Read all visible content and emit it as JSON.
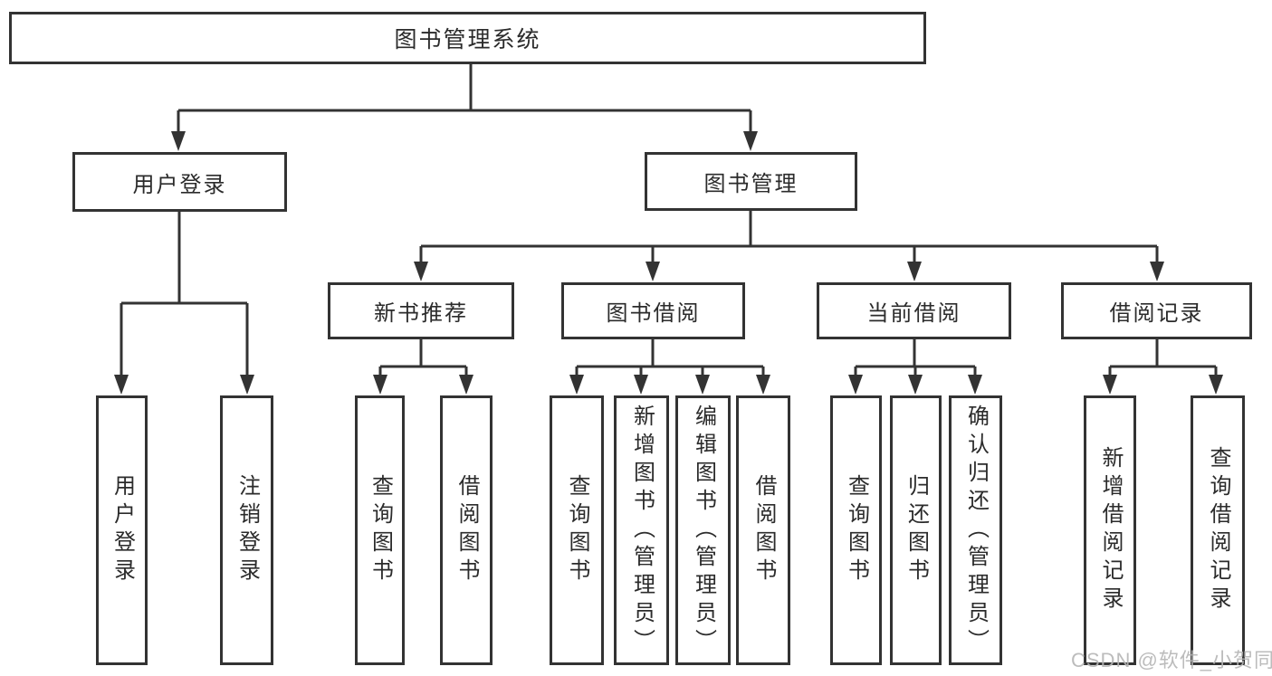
{
  "diagram": {
    "root": "图书管理系统",
    "level2": {
      "user": "用户登录",
      "book": "图书管理"
    },
    "level3": {
      "newbook": "新书推荐",
      "borrow": "图书借阅",
      "current": "当前借阅",
      "records": "借阅记录"
    },
    "leaves": {
      "user_login": "用户登录",
      "logout": "注销登录",
      "nb_query": "查询图书",
      "nb_borrow": "借阅图书",
      "bb_query": "查询图书",
      "bb_add": "新增图书（管理员）",
      "bb_edit": "编辑图书（管理员）",
      "bb_borrow": "借阅图书",
      "cb_query": "查询图书",
      "cb_return": "归还图书",
      "cb_confirm": "确认归还（管理员）",
      "br_add": "新增借阅记录",
      "br_query": "查询借阅记录"
    }
  },
  "watermark": "CSDN @软件_小贺同学",
  "colors": {
    "line": "#333333",
    "text": "#2b2b2b",
    "watermark": "#b5b5b5",
    "background": "#ffffff"
  }
}
